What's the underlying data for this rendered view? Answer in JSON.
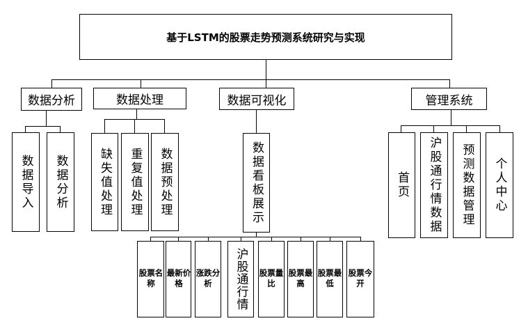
{
  "root": {
    "title": "基于LSTM的股票走势预测系统研究与实现"
  },
  "modules": [
    {
      "label": "数据分析",
      "children": [
        "数据导入",
        "数据分析"
      ]
    },
    {
      "label": "数据处理",
      "children": [
        "缺失值处理",
        "重复值处理",
        "数据预处理"
      ]
    },
    {
      "label": "数据可视化",
      "children": [
        "数据看板展示"
      ]
    },
    {
      "label": "管理系统",
      "children": [
        "首页",
        "沪股通行情数据",
        "预测数据管理",
        "个人中心"
      ]
    }
  ],
  "board_items": [
    "股票名称",
    "最新价格",
    "涨跌分析",
    "沪股通行情",
    "股票量比",
    "股票最高",
    "股票最低",
    "股票今开"
  ]
}
